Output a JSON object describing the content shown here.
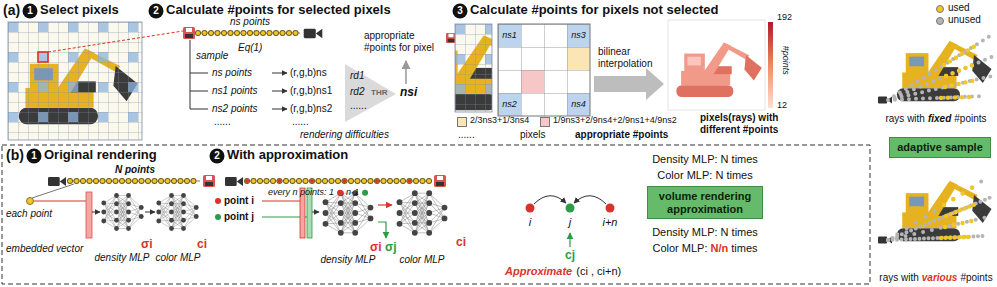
{
  "diagram": {
    "nodes": [
      {
        "text": [
          "adaptive sample"
        ]
      },
      {
        "text": [
          "volume rendering approximation"
        ]
      }
    ],
    "labels": [
      "(a)",
      "1",
      "Select pixels",
      "2",
      "Calculate #points for selected pixels",
      "ns points",
      "sample",
      "Eq(1)",
      "ns points",
      "(r,g,b)ns",
      "ns1 points",
      "(r,g,b)ns1",
      "ns2 points",
      "(r,g,b)ns2",
      "......",
      "......",
      "rd1",
      "rd2",
      "......",
      "THR",
      "nsi",
      "rendering difficulties",
      "appropriate #points for pixel",
      "3",
      "Calculate #points for pixels not selected",
      "ns1",
      "ns3",
      "ns2",
      "ns4",
      "bilinear interpolation",
      "192",
      "#points",
      "12",
      "pixels(rays) with different #points",
      "......",
      "pixels",
      "appropriate #points",
      "rays with",
      "fixed",
      "#points",
      "rays with",
      "various",
      "#points",
      "(b)",
      "1",
      "Original rendering",
      "N points",
      "each point",
      "embedded vector",
      "density MLP",
      "σi",
      "color MLP",
      "ci",
      "2",
      "With approximation",
      "every n points: 1",
      "n-1",
      "point i",
      "point j",
      "density MLP",
      "σi",
      "σj",
      "color MLP",
      "ci",
      "i",
      "j",
      "i+n",
      "cj",
      "Approximate",
      "(ci , ci+n)",
      "Density MLP: N times",
      "Color MLP: N times",
      "Density MLP: N times",
      "Color MLP:",
      "N/n",
      "times"
    ],
    "legend": [
      {
        "text": "used",
        "color": "#f3c623"
      },
      {
        "text": "unused",
        "color": "#b5b5b5"
      },
      {
        "text": "2/3ns3+1/3ns4",
        "color": "#fce5b5"
      },
      {
        "text": "1/9ns3+2/9ns4+2/9ns1+4/9ns2",
        "color": "#f7c7c7"
      }
    ]
  }
}
